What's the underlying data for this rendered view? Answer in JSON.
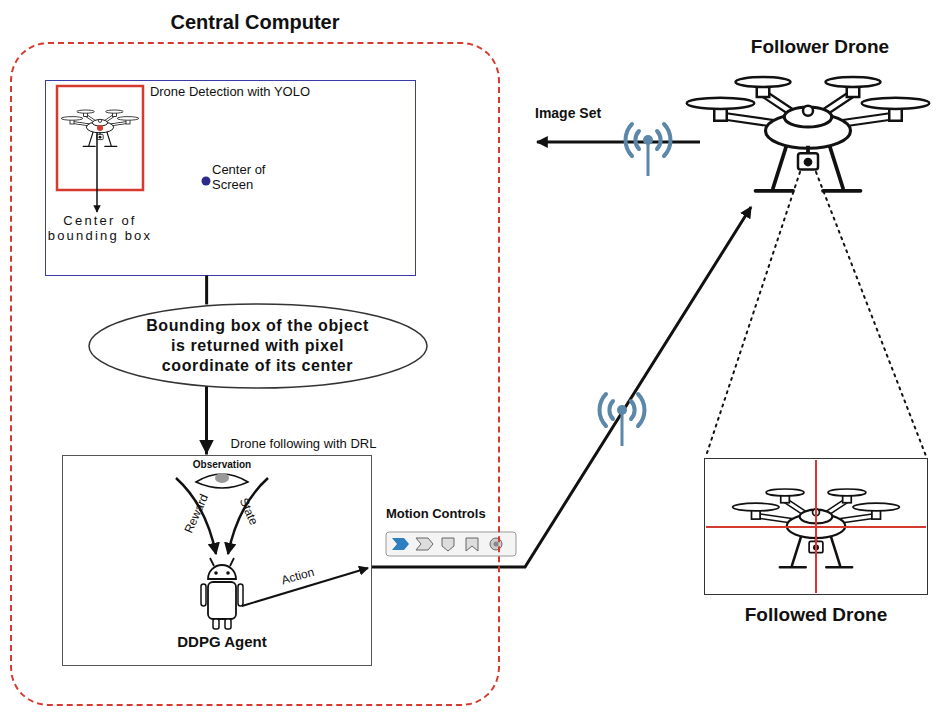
{
  "diagram": {
    "nodes": [
      {
        "text": [
          "Central Computer"
        ]
      },
      {
        "text": [
          "Drone Detection with YOLO"
        ],
        "in": 0
      },
      {
        "text": [
          "Bounding box of the object is returned with pixel coordinate of its center"
        ],
        "in": 0
      },
      {
        "text": [
          "Drone following with DRL"
        ],
        "in": 0
      },
      {
        "text": [
          "Followed Drone"
        ]
      }
    ],
    "edges": [
      {
        "from": 1,
        "to": 2,
        "arrow": "none"
      },
      {
        "from": 2,
        "to": 3,
        "arrow": "to"
      }
    ],
    "labels": [
      "Center of bounding box",
      "Center of Screen",
      "Image Set",
      "Follower Drone",
      "Observation",
      "Reward",
      "State",
      "DDPG Agent",
      "Action",
      "Motion Controls"
    ]
  }
}
